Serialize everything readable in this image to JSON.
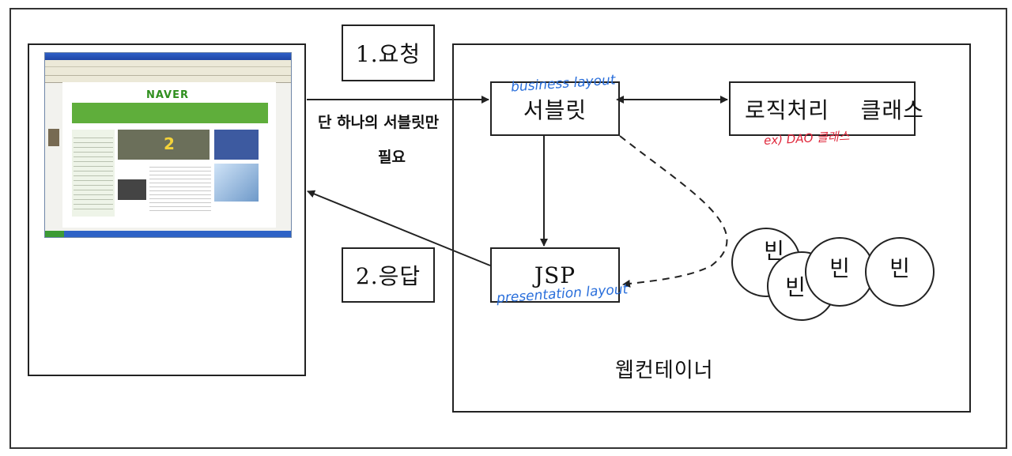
{
  "request_label": "1.요청",
  "response_label": "2.응답",
  "servlet_label": "서블릿",
  "jsp_label": "JSP",
  "logic_label": "로직처리    클래스",
  "container_label": "웹컨테이너",
  "bean_label": "빈",
  "handwriting": {
    "business_layout": "business layout",
    "presentation_layout": "presentation layout",
    "dao_note": "ex) DAO 클래스",
    "servlet_note_line1": "단 하나의 서블릿만",
    "servlet_note_line2": "필요"
  },
  "browser_screenshot": {
    "logo": "NAVER",
    "banner_number": "2"
  },
  "colors": {
    "annotation_blue": "#2a6fdb",
    "annotation_red": "#e0283c",
    "line": "#222222"
  }
}
